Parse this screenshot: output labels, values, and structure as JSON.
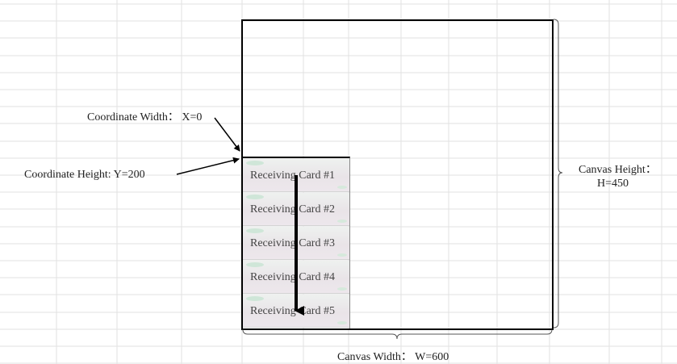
{
  "labels": {
    "coordinate_width": "Coordinate Width：  X=0",
    "coordinate_height": "Coordinate Height: Y=200",
    "canvas_height_line1": "Canvas Height：",
    "canvas_height_line2": "H=450",
    "canvas_width": "Canvas Width：  W=600"
  },
  "receiving_cards": [
    "Receiving Card #1",
    "Receiving Card #2",
    "Receiving Card #3",
    "Receiving Card #4",
    "Receiving Card #5"
  ],
  "colors": {
    "grid_line": "#e2e2e2",
    "canvas_border": "#000000",
    "card_fill": "#ebe7ea",
    "arrow": "#000000"
  }
}
